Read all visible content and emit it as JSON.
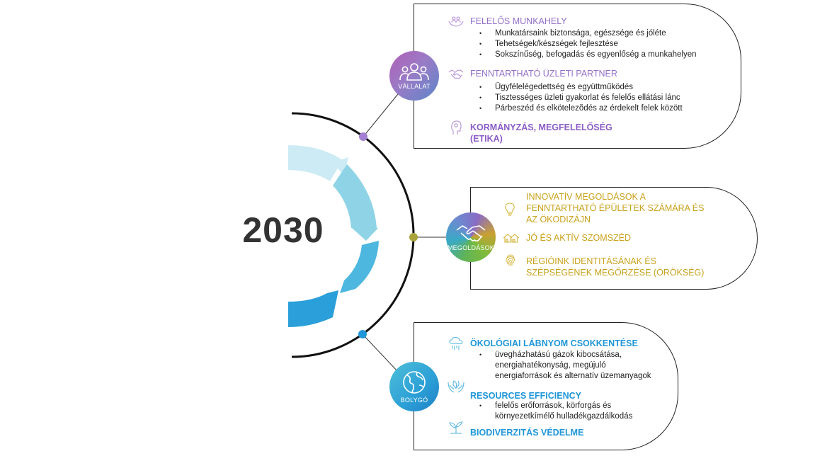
{
  "year": "2030",
  "hubs": {
    "company": {
      "label": "VÁLLALAT",
      "icon": "people-icon"
    },
    "solutions": {
      "label": "MEGOLDÁSOK",
      "icon": "handshake-icon"
    },
    "planet": {
      "label": "BOLYGÓ",
      "icon": "globe-icon"
    }
  },
  "company_panel": {
    "workplace": {
      "title": "FELELŐS MUNKAHELY",
      "icon": "hands-people-icon",
      "items": [
        "Munkatársaink biztonsága, egészsége és jóléte",
        "Tehetségek/készségek fejlesztése",
        "Sokszínűség, befogadás és egyenlőség a munkahelyen"
      ]
    },
    "partner": {
      "title": "FENNTARTHATÓ ÜZLETI PARTNER",
      "icon": "handshake-icon",
      "items": [
        "Ügyfélelégedettség és együttműködés",
        "Tisztességes üzleti gyakorlat és felelős ellátási lánc",
        "Párbeszéd és elkötelezõdés az érdekelt felek között"
      ]
    },
    "governance": {
      "title_line1": "KORMÁNYZÁS, MEGFELELŐSÉG",
      "title_line2": "(ETIKA)",
      "icon": "head-profile-icon"
    }
  },
  "solutions_panel": {
    "innovative": {
      "line1": "INNOVATÍV MEGOLDÁSOK A",
      "line2": "FENNTARTHATÓ ÉPÜLETEK SZÁMÁRA ÉS",
      "line3": "AZ ÖKODIZÁJN",
      "icon": "lightbulb-icon"
    },
    "neighbour": {
      "line1": "JÓ ÉS AKTÍV SZOMSZÉD",
      "icon": "houses-icon"
    },
    "heritage": {
      "line1": "RÉGIÓINK IDENTITÁSÁNAK ÉS",
      "line2": "SZÉPSÉGÉNEK MEGŐRZÉSE (ÖRÖKSÉG)",
      "icon": "fingerprint-icon"
    }
  },
  "planet_panel": {
    "footprint": {
      "title": "ÖKOLÓGIAI LÁBNYOM CSOKKENTÉSE",
      "icon": "cloud-rain-icon",
      "item_line1": "üvegházhatású gázok kibocsátása,",
      "item_line2": "energiahatékonyság, megújuló",
      "item_line3": "energiaforrások és alternatív üzemanyagok"
    },
    "resources": {
      "title": "RESOURCES EFFICIENCY",
      "icon": "hands-leaf-icon",
      "item_line1": "felelős erőforrások, körforgás és",
      "item_line2": "környezetkímélő hulladékgazdálkodás"
    },
    "biodiversity": {
      "title": "BIODIVERZITÁS VÉDELME",
      "icon": "sprout-icon"
    }
  },
  "colors": {
    "company": "#9470c8",
    "solutions": "#c9a21c",
    "planet": "#1f96d8",
    "cycle_light": "#bfe6f0",
    "cycle_dark": "#2a9fd9"
  }
}
